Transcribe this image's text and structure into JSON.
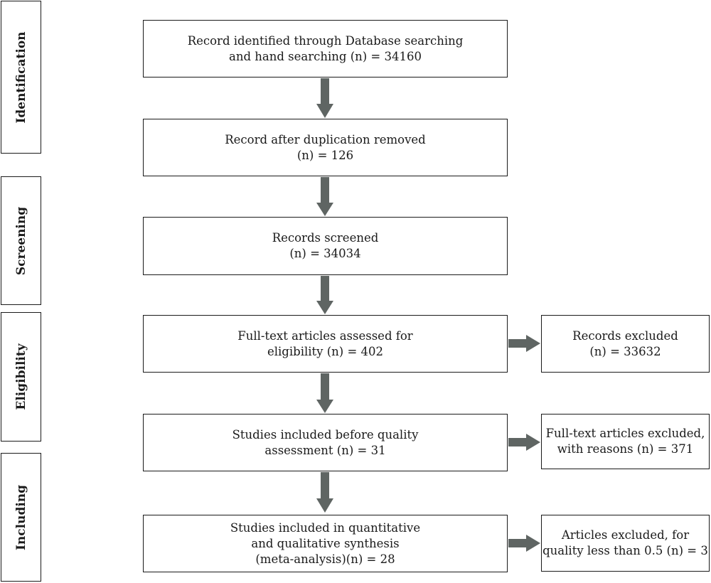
{
  "phases": [
    {
      "id": "identification",
      "label": "Identification"
    },
    {
      "id": "screening",
      "label": "Screening"
    },
    {
      "id": "eligibility",
      "label": "Eligibility"
    },
    {
      "id": "including",
      "label": "Including"
    }
  ],
  "main_boxes": [
    {
      "id": "identified",
      "line1": "Record identified through Database searching",
      "line2": "and hand searching (n) = 34160",
      "line3": ""
    },
    {
      "id": "duplicates-removed",
      "line1": "Record after duplication removed",
      "line2": "(n) = 126",
      "line3": ""
    },
    {
      "id": "screened",
      "line1": "Records screened",
      "line2": "(n) = 34034",
      "line3": ""
    },
    {
      "id": "fulltext-assessed",
      "line1": "Full-text articles assessed for",
      "line2": "eligibility (n) = 402",
      "line3": ""
    },
    {
      "id": "before-quality",
      "line1": "Studies included before quality",
      "line2": "assessment (n) = 31",
      "line3": ""
    },
    {
      "id": "synthesis",
      "line1": "Studies included in quantitative",
      "line2": "and qualitative synthesis",
      "line3": "(meta-analysis)(n) = 28"
    }
  ],
  "side_boxes": [
    {
      "id": "records-excluded",
      "line1": "Records excluded",
      "line2": "(n) = 33632"
    },
    {
      "id": "fulltext-excluded",
      "line1": "Full-text articles excluded,",
      "line2": "with reasons (n) = 371"
    },
    {
      "id": "quality-excluded",
      "line1": "Articles excluded, for",
      "line2": "quality less than 0.5 (n) = 3"
    }
  ],
  "colors": {
    "arrow": "#5f6563",
    "border": "#1a1a1a"
  }
}
